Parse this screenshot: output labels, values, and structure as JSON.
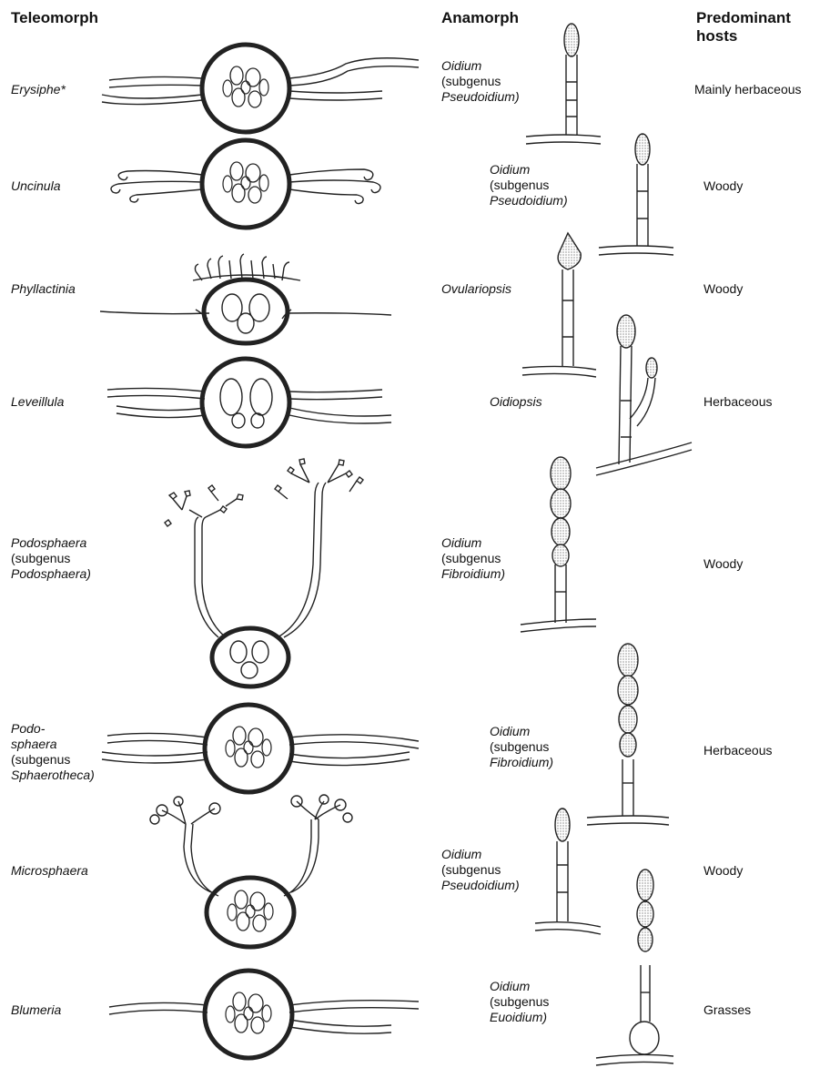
{
  "headers": {
    "teleomorph": "Teleomorph",
    "anamorph": "Anamorph",
    "hosts": "Predominant hosts"
  },
  "rows": [
    {
      "teleomorph": {
        "name": "Erysiphe*",
        "subgenus": ""
      },
      "anamorph": {
        "name": "Oidium",
        "subgenus_word": "(subgenus",
        "subgenus": "Pseudoidium)"
      },
      "host": "Mainly herbaceous"
    },
    {
      "teleomorph": {
        "name": "Uncinula",
        "subgenus": ""
      },
      "anamorph": {
        "name": "Oidium",
        "subgenus_word": "(subgenus",
        "subgenus": "Pseudoidium)"
      },
      "host": "Woody"
    },
    {
      "teleomorph": {
        "name": "Phyllactinia",
        "subgenus": ""
      },
      "anamorph": {
        "name": "Ovulariopsis",
        "subgenus_word": "",
        "subgenus": ""
      },
      "host": "Woody"
    },
    {
      "teleomorph": {
        "name": "Leveillula",
        "subgenus": ""
      },
      "anamorph": {
        "name": "Oidiopsis",
        "subgenus_word": "",
        "subgenus": ""
      },
      "host": "Herbaceous"
    },
    {
      "teleomorph": {
        "name": "Podosphaera",
        "subgenus_word": "(subgenus",
        "subgenus": "Podosphaera)"
      },
      "anamorph": {
        "name": "Oidium",
        "subgenus_word": "(subgenus",
        "subgenus": "Fibroidium)"
      },
      "host": "Woody"
    },
    {
      "teleomorph": {
        "name_line1": "Podo-",
        "name_line2": "sphaera",
        "subgenus_word": "(subgenus",
        "subgenus": "Sphaerotheca)"
      },
      "anamorph": {
        "name": "Oidium",
        "subgenus_word": "(subgenus",
        "subgenus": "Fibroidium)"
      },
      "host": "Herbaceous"
    },
    {
      "teleomorph": {
        "name": "Microsphaera",
        "subgenus": ""
      },
      "anamorph": {
        "name": "Oidium",
        "subgenus_word": "(subgenus",
        "subgenus": "Pseudoidium)"
      },
      "host": "Woody"
    },
    {
      "teleomorph": {
        "name": "Blumeria",
        "subgenus": ""
      },
      "anamorph": {
        "name": "Oidium",
        "subgenus_word": "(subgenus",
        "subgenus": "Euoidium)"
      },
      "host": "Grasses"
    }
  ]
}
